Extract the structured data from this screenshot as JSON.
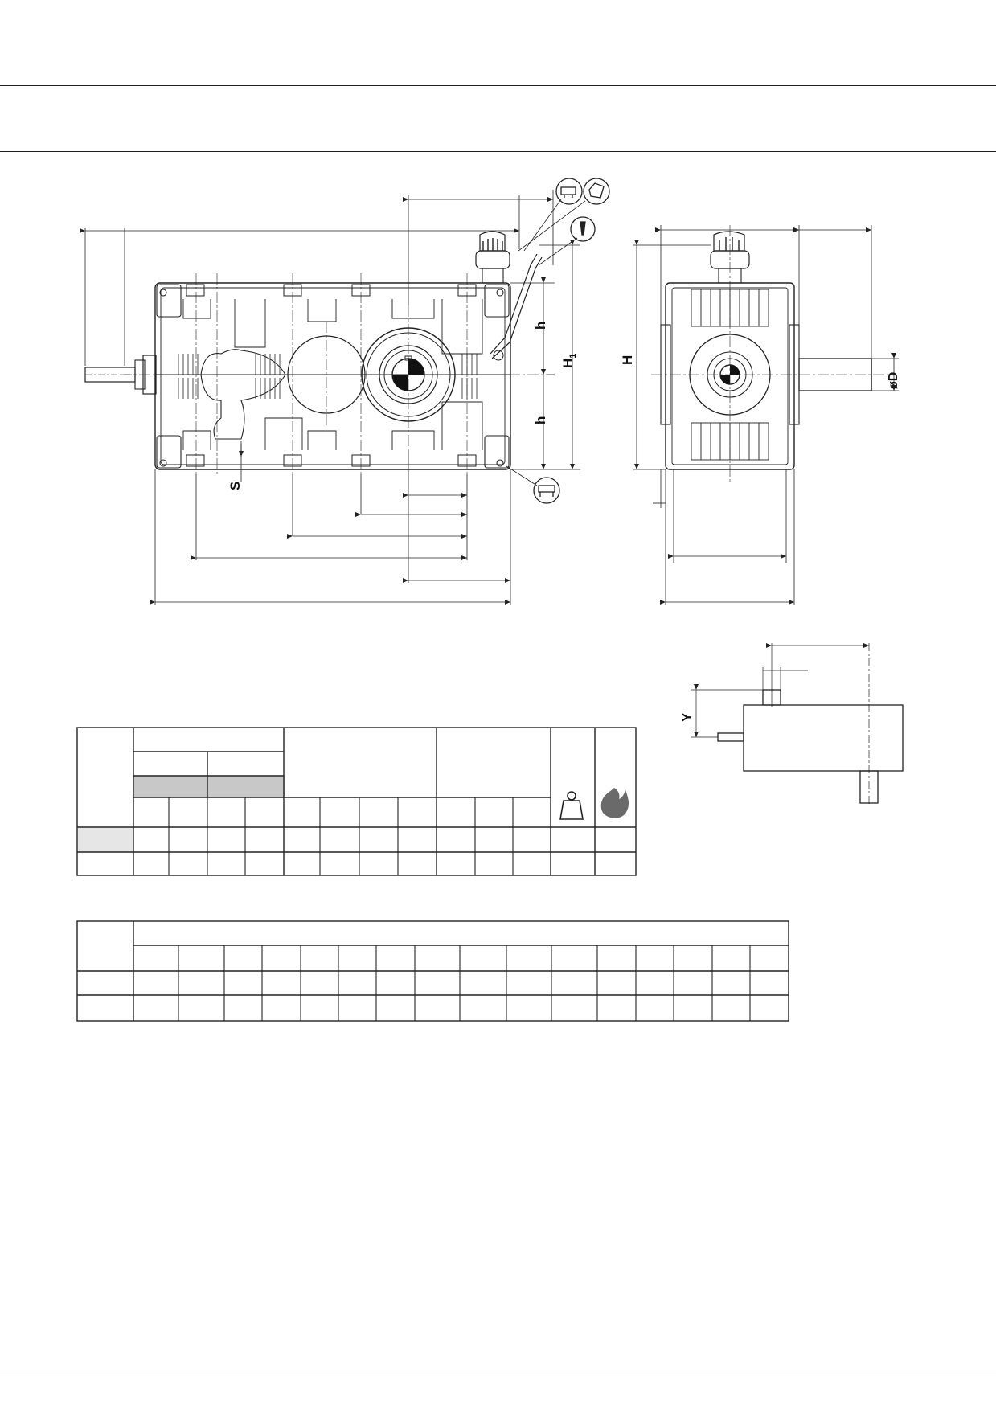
{
  "labels": {
    "h_upper": "h",
    "h_lower": "h",
    "H1_main": "H",
    "H1_sub": "1",
    "H": "H",
    "S": "S",
    "D": "øD",
    "Y": "Y"
  },
  "icons": [
    "oil-fill-icon",
    "oil-level-icon",
    "oil-drain-icon",
    "weight-icon",
    "oil-drop-icon"
  ],
  "colors": {
    "line": "#1a1a1a",
    "header_gray": "#c8c8c8",
    "cell_light_gray": "#e6e6e6",
    "drop_gray": "#6a6a6a"
  }
}
